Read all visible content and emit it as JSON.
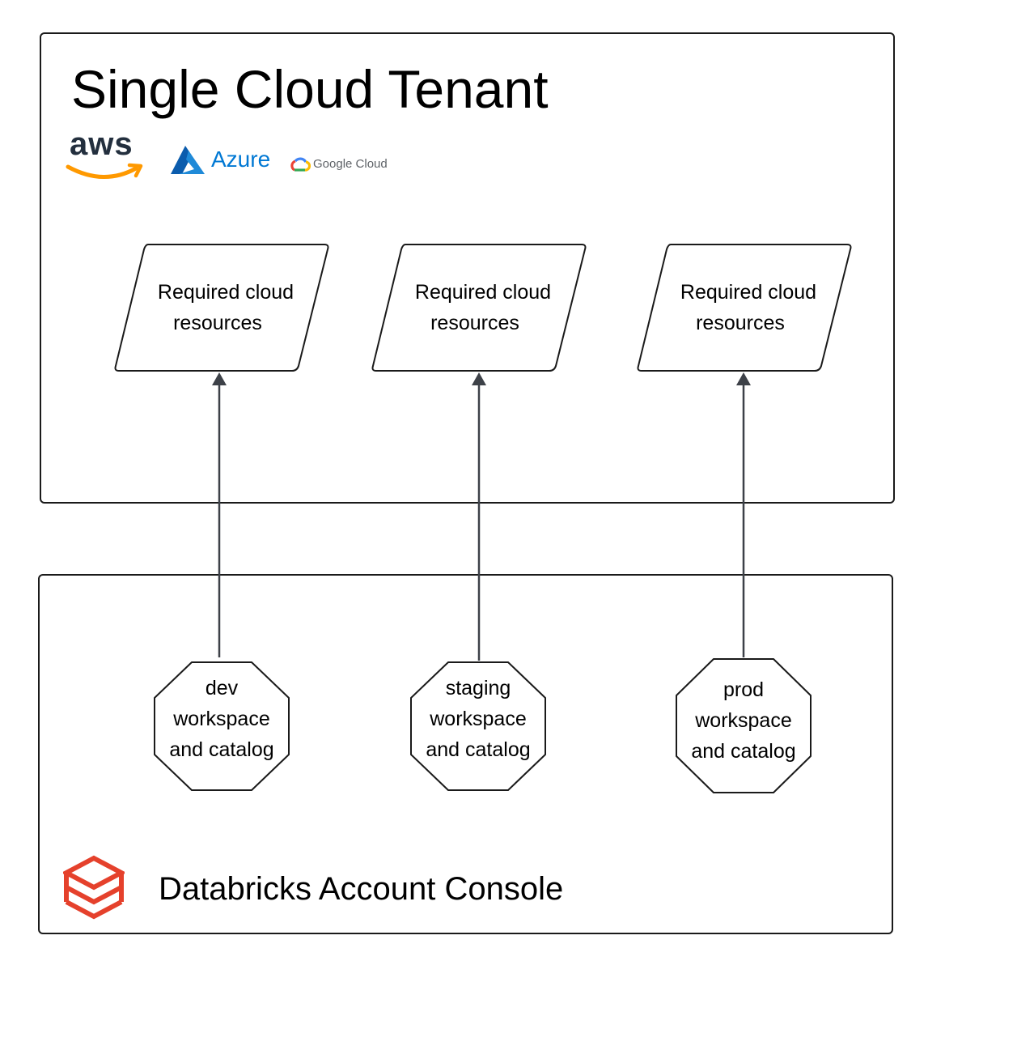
{
  "cloud_tenant": {
    "title": "Single Cloud Tenant",
    "providers": [
      {
        "name": "aws",
        "label": "aws",
        "icon": "aws-logo",
        "color": "#232f3e",
        "accent": "#ff9900"
      },
      {
        "name": "azure",
        "label": "Azure",
        "icon": "azure-logo",
        "color": "#0078d4"
      },
      {
        "name": "google-cloud",
        "label": "Google Cloud",
        "icon": "google-cloud-logo",
        "color": "#5f6368"
      }
    ],
    "resources": [
      {
        "line1": "Required cloud",
        "line2": "resources"
      },
      {
        "line1": "Required cloud",
        "line2": "resources"
      },
      {
        "line1": "Required cloud",
        "line2": "resources"
      }
    ]
  },
  "account_console": {
    "title": "Databricks Account Console",
    "icon": "databricks-logo",
    "brand_color": "#e5412c",
    "workspaces": [
      {
        "line1": "dev",
        "line2": "workspace",
        "line3": "and catalog"
      },
      {
        "line1": "staging",
        "line2": "workspace",
        "line3": "and catalog"
      },
      {
        "line1": "prod",
        "line2": "workspace",
        "line3": "and catalog"
      }
    ]
  },
  "connector_color": "#3d4148"
}
